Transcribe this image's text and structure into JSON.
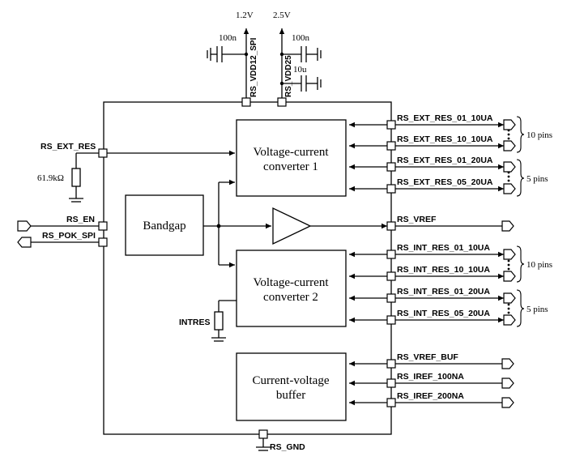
{
  "supplies": {
    "v12": "1.2V",
    "v25": "2.5V",
    "vdd12": "RS_VDD12_SPI",
    "vdd25": "RS_VDD25",
    "cap_100n_a": "100n",
    "cap_100n_b": "100n",
    "cap_10u": "10u"
  },
  "blocks": {
    "vic1_line1": "Voltage-current",
    "vic1_line2": "converter 1",
    "bandgap": "Bandgap",
    "vic2_line1": "Voltage-current",
    "vic2_line2": "converter 2",
    "cvb_line1": "Current-voltage",
    "cvb_line2": "buffer"
  },
  "left_pins": {
    "ext_res": "RS_EXT_RES",
    "resistor": "61.9kΩ",
    "en": "RS_EN",
    "pok": "RS_POK_SPI",
    "intres": "INTRES"
  },
  "right_pins": {
    "ext_01_10": "RS_EXT_RES_01_10UA",
    "ext_10_10": "RS_EXT_RES_10_10UA",
    "ext_01_20": "RS_EXT_RES_01_20UA",
    "ext_05_20": "RS_EXT_RES_05_20UA",
    "vref": "RS_VREF",
    "int_01_10": "RS_INT_RES_01_10UA",
    "int_10_10": "RS_INT_RES_10_10UA",
    "int_01_20": "RS_INT_RES_01_20UA",
    "int_05_20": "RS_INT_RES_05_20UA",
    "vref_buf": "RS_VREF_BUF",
    "iref_100": "RS_IREF_100NA",
    "iref_200": "RS_IREF_200NA"
  },
  "groups": {
    "ext_10": "10 pins",
    "ext_5": "5 pins",
    "int_10": "10 pins",
    "int_5": "5 pins"
  },
  "bottom": {
    "gnd": "RS_GND"
  }
}
